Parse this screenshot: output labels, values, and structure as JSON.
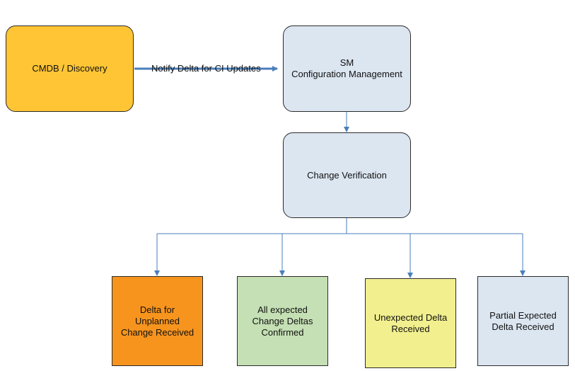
{
  "nodes": {
    "cmdb": {
      "label": "CMDB / Discovery",
      "fill": "#FFC535"
    },
    "sm": {
      "line1": "SM",
      "line2": "Configuration Management",
      "fill": "#DCE6F1"
    },
    "change_verification": {
      "label": "Change Verification",
      "fill": "#DCE6F1"
    },
    "unplanned": {
      "line1": "Delta for",
      "line2": "Unplanned",
      "line3": "Change Received",
      "fill": "#F7941E"
    },
    "all_expected": {
      "line1": "All expected",
      "line2": "Change Deltas",
      "line3": "Confirmed",
      "fill": "#C5E0B4"
    },
    "unexpected": {
      "line1": "Unexpected Delta",
      "line2": "Received",
      "fill": "#F2F08E"
    },
    "partial": {
      "line1": "Partial Expected",
      "line2": "Delta Received",
      "fill": "#DCE6F1"
    }
  },
  "edges": {
    "notify": {
      "label": "Notify Delta for CI Updates"
    }
  },
  "colors": {
    "connector": "#4A7EBB",
    "border": "#2B2B2B"
  }
}
